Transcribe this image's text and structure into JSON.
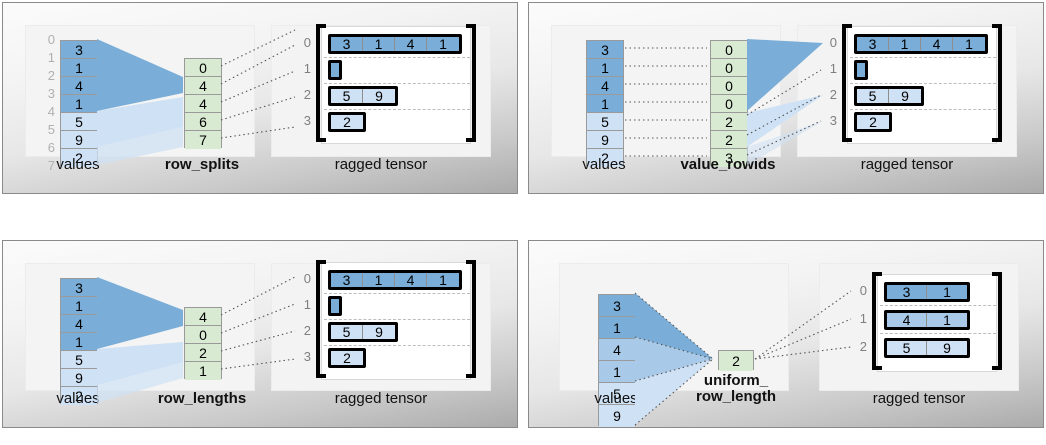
{
  "colors": {
    "dark_blue": "#7aaed8",
    "mid_blue": "#a8c9e8",
    "light_blue": "#cfe1f4",
    "green": "#d9ead3",
    "frame_border": "#8a8a8a",
    "index_gray": "#b0b0b0",
    "row_index_gray": "#7f7f7f",
    "dash_gray": "#bdbdbd"
  },
  "panels": [
    {
      "id": "row-splits",
      "values_caption": "values",
      "partition_caption": "row_splits",
      "tensor_caption": "ragged tensor",
      "values": [
        "3",
        "1",
        "4",
        "1",
        "5",
        "9",
        "2"
      ],
      "value_shades": [
        "dark",
        "dark",
        "dark",
        "dark",
        "light",
        "light",
        "light"
      ],
      "value_indices": [
        "0",
        "1",
        "2",
        "3",
        "4",
        "5",
        "6",
        "7"
      ],
      "partition": [
        "0",
        "4",
        "4",
        "6",
        "7"
      ],
      "tensor_row_indices": [
        "0",
        "1",
        "2",
        "3"
      ],
      "tensor_rows": [
        {
          "cells": [
            "3",
            "1",
            "4",
            "1"
          ],
          "shade": "dark"
        },
        {
          "cells": [],
          "shade": "dark"
        },
        {
          "cells": [
            "5",
            "9"
          ],
          "shade": "light"
        },
        {
          "cells": [
            "2"
          ],
          "shade": "light"
        }
      ]
    },
    {
      "id": "value-rowids",
      "values_caption": "values",
      "partition_caption": "value_rowids",
      "tensor_caption": "ragged tensor",
      "values": [
        "3",
        "1",
        "4",
        "1",
        "5",
        "9",
        "2"
      ],
      "value_shades": [
        "dark",
        "dark",
        "dark",
        "dark",
        "light",
        "light",
        "light"
      ],
      "value_indices": [],
      "partition": [
        "0",
        "0",
        "0",
        "0",
        "2",
        "2",
        "3"
      ],
      "tensor_row_indices": [
        "0",
        "1",
        "2",
        "3"
      ],
      "tensor_rows": [
        {
          "cells": [
            "3",
            "1",
            "4",
            "1"
          ],
          "shade": "dark"
        },
        {
          "cells": [],
          "shade": "dark"
        },
        {
          "cells": [
            "5",
            "9"
          ],
          "shade": "light"
        },
        {
          "cells": [
            "2"
          ],
          "shade": "light"
        }
      ]
    },
    {
      "id": "row-lengths",
      "values_caption": "values",
      "partition_caption": "row_lengths",
      "tensor_caption": "ragged tensor",
      "values": [
        "3",
        "1",
        "4",
        "1",
        "5",
        "9",
        "2"
      ],
      "value_shades": [
        "dark",
        "dark",
        "dark",
        "dark",
        "light",
        "light",
        "light"
      ],
      "value_indices": [],
      "partition": [
        "4",
        "0",
        "2",
        "1"
      ],
      "tensor_row_indices": [
        "0",
        "1",
        "2",
        "3"
      ],
      "tensor_rows": [
        {
          "cells": [
            "3",
            "1",
            "4",
            "1"
          ],
          "shade": "dark"
        },
        {
          "cells": [],
          "shade": "dark"
        },
        {
          "cells": [
            "5",
            "9"
          ],
          "shade": "light"
        },
        {
          "cells": [
            "2"
          ],
          "shade": "light"
        }
      ]
    },
    {
      "id": "uniform-row-length",
      "values_caption": "values",
      "partition_caption": "uniform_\nrow_length",
      "tensor_caption": "ragged tensor",
      "values": [
        "3",
        "1",
        "4",
        "1",
        "5",
        "9"
      ],
      "value_shades": [
        "dark",
        "dark",
        "mid",
        "mid",
        "light",
        "light"
      ],
      "value_indices": [],
      "partition": [
        "2"
      ],
      "tensor_row_indices": [
        "0",
        "1",
        "2"
      ],
      "tensor_rows": [
        {
          "cells": [
            "3",
            "1"
          ],
          "shade": "dark"
        },
        {
          "cells": [
            "4",
            "1"
          ],
          "shade": "mid"
        },
        {
          "cells": [
            "5",
            "9"
          ],
          "shade": "light"
        }
      ]
    }
  ]
}
